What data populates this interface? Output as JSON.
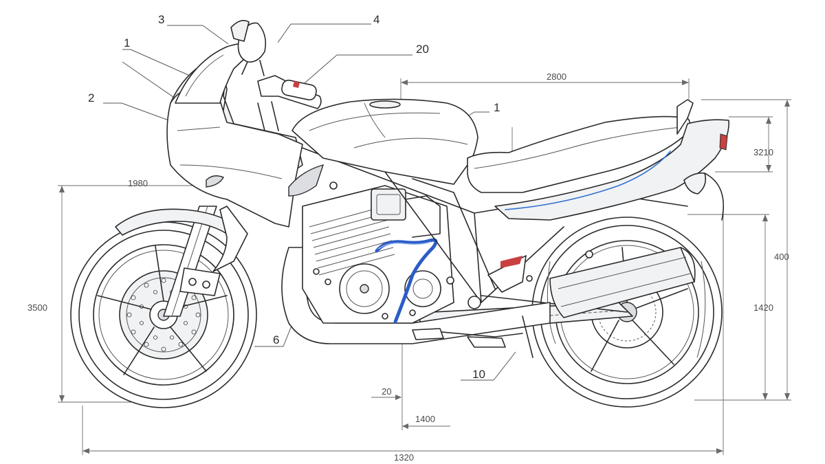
{
  "callouts": [
    {
      "id": "c3",
      "label": "3"
    },
    {
      "id": "c4",
      "label": "4"
    },
    {
      "id": "c1a",
      "label": "1"
    },
    {
      "id": "c20a",
      "label": "20"
    },
    {
      "id": "c2",
      "label": "2"
    },
    {
      "id": "c1b",
      "label": "1"
    },
    {
      "id": "c6",
      "label": "6"
    },
    {
      "id": "c10",
      "label": "10"
    }
  ],
  "dimensions": {
    "seat_length": "2800",
    "front_height": "1980",
    "seat_height": "3210",
    "rear_height": "400",
    "left_height": "3500",
    "rear_axle_height": "1420",
    "ground_small": "20",
    "wheelbase_partial": "1400",
    "overall_length": "1320"
  },
  "colors": {
    "line": "#2a2a2a",
    "accent_blue": "#2f6fd0",
    "hose_blue": "#2b5cc8",
    "reflector_red": "#c94040"
  }
}
